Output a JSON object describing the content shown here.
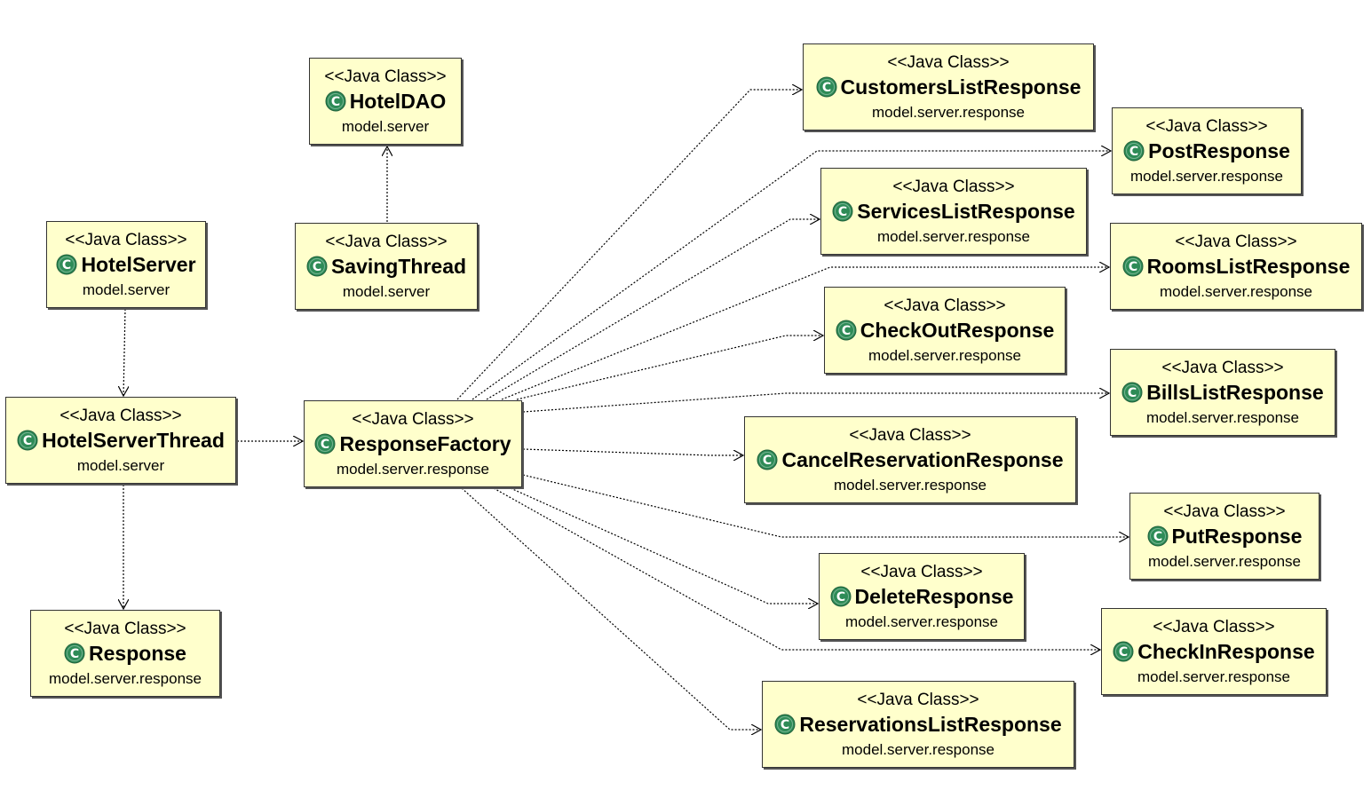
{
  "colors": {
    "box_fill": "#ffffcc",
    "box_border": "#333333",
    "icon_green": "#2e8b57",
    "edge": "#000000"
  },
  "icon_name": "class-icon",
  "classes": [
    {
      "id": "HotelDAO",
      "stereotype": "<<Java Class>>",
      "name": "HotelDAO",
      "package": "model.server"
    },
    {
      "id": "SavingThread",
      "stereotype": "<<Java Class>>",
      "name": "SavingThread",
      "package": "model.server"
    },
    {
      "id": "HotelServer",
      "stereotype": "<<Java Class>>",
      "name": "HotelServer",
      "package": "model.server"
    },
    {
      "id": "HotelServerThread",
      "stereotype": "<<Java Class>>",
      "name": "HotelServerThread",
      "package": "model.server"
    },
    {
      "id": "Response",
      "stereotype": "<<Java Class>>",
      "name": "Response",
      "package": "model.server.response"
    },
    {
      "id": "ResponseFactory",
      "stereotype": "<<Java Class>>",
      "name": "ResponseFactory",
      "package": "model.server.response"
    },
    {
      "id": "CustomersListResponse",
      "stereotype": "<<Java Class>>",
      "name": "CustomersListResponse",
      "package": "model.server.response"
    },
    {
      "id": "PostResponse",
      "stereotype": "<<Java Class>>",
      "name": "PostResponse",
      "package": "model.server.response"
    },
    {
      "id": "ServicesListResponse",
      "stereotype": "<<Java Class>>",
      "name": "ServicesListResponse",
      "package": "model.server.response"
    },
    {
      "id": "RoomsListResponse",
      "stereotype": "<<Java Class>>",
      "name": "RoomsListResponse",
      "package": "model.server.response"
    },
    {
      "id": "CheckOutResponse",
      "stereotype": "<<Java Class>>",
      "name": "CheckOutResponse",
      "package": "model.server.response"
    },
    {
      "id": "BillsListResponse",
      "stereotype": "<<Java Class>>",
      "name": "BillsListResponse",
      "package": "model.server.response"
    },
    {
      "id": "CancelReservationResponse",
      "stereotype": "<<Java Class>>",
      "name": "CancelReservationResponse",
      "package": "model.server.response"
    },
    {
      "id": "PutResponse",
      "stereotype": "<<Java Class>>",
      "name": "PutResponse",
      "package": "model.server.response"
    },
    {
      "id": "DeleteResponse",
      "stereotype": "<<Java Class>>",
      "name": "DeleteResponse",
      "package": "model.server.response"
    },
    {
      "id": "CheckInResponse",
      "stereotype": "<<Java Class>>",
      "name": "CheckInResponse",
      "package": "model.server.response"
    },
    {
      "id": "ReservationsListResponse",
      "stereotype": "<<Java Class>>",
      "name": "ReservationsListResponse",
      "package": "model.server.response"
    }
  ],
  "dependencies": [
    {
      "from": "SavingThread",
      "to": "HotelDAO"
    },
    {
      "from": "HotelServer",
      "to": "HotelServerThread"
    },
    {
      "from": "HotelServerThread",
      "to": "ResponseFactory"
    },
    {
      "from": "HotelServerThread",
      "to": "Response"
    },
    {
      "from": "ResponseFactory",
      "to": "CustomersListResponse"
    },
    {
      "from": "ResponseFactory",
      "to": "PostResponse"
    },
    {
      "from": "ResponseFactory",
      "to": "ServicesListResponse"
    },
    {
      "from": "ResponseFactory",
      "to": "RoomsListResponse"
    },
    {
      "from": "ResponseFactory",
      "to": "CheckOutResponse"
    },
    {
      "from": "ResponseFactory",
      "to": "BillsListResponse"
    },
    {
      "from": "ResponseFactory",
      "to": "CancelReservationResponse"
    },
    {
      "from": "ResponseFactory",
      "to": "PutResponse"
    },
    {
      "from": "ResponseFactory",
      "to": "DeleteResponse"
    },
    {
      "from": "ResponseFactory",
      "to": "CheckInResponse"
    },
    {
      "from": "ResponseFactory",
      "to": "ReservationsListResponse"
    }
  ]
}
